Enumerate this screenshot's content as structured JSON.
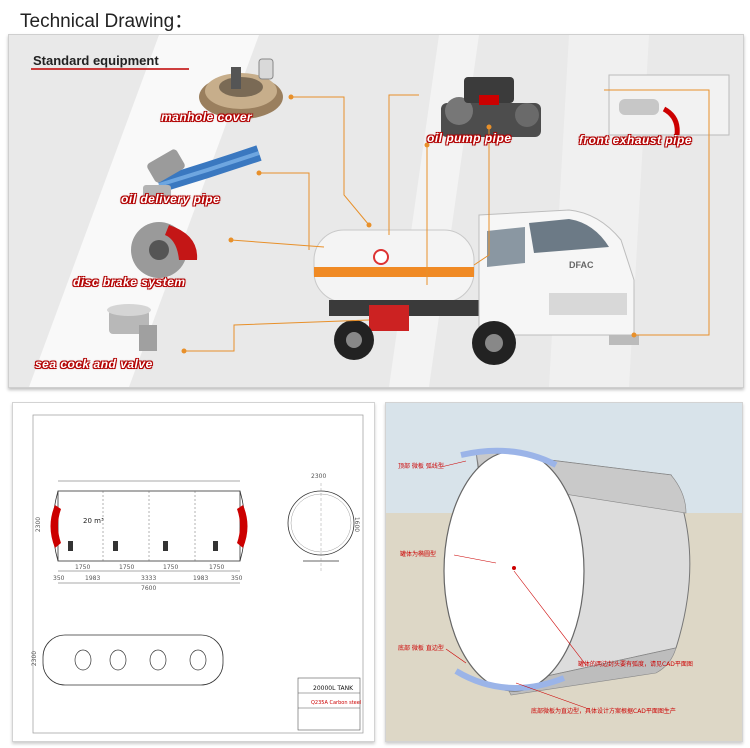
{
  "page_title": "Technical Drawing：",
  "top_panel": {
    "heading": "Standard equipment",
    "labels": {
      "manhole_cover": "manhole cover",
      "oil_delivery_pipe": "oil delivery pipe",
      "disc_brake_system": "disc brake system",
      "sea_cock_and_valve": "sea cock and valve",
      "oil_pump_pipe": "oil pump pipe",
      "front_exhaust_pipe": "front exhaust pipe"
    },
    "truck_badge": "DFAC",
    "colors": {
      "accent_red": "#c00000",
      "leader_orange": "#e8902a",
      "truck_white": "#f4f4f4",
      "stripe_orange": "#f08a24"
    }
  },
  "drawing": {
    "dims": {
      "height_left": "2300",
      "height_top_view": "2300",
      "seg1": "1750",
      "seg2": "1750",
      "seg3": "1750",
      "seg4": "1750",
      "b1": "350",
      "b2": "1983",
      "b3": "3333",
      "b4": "1983",
      "b5": "350",
      "total": "7600",
      "end_width": "2300",
      "end_height": "1600"
    },
    "volume": "20 m³",
    "title_block": {
      "line1": "20000L TANK",
      "line2": "Q235A Carbon steel"
    }
  },
  "render": {
    "notes": {
      "top_note": "顶部 微板 弧线型",
      "body_shape": "罐体为椭圆型",
      "bottom_note": "底部 微板 直边型",
      "end_note": "罐体的两边封头要有弧度，请见CAD平面图",
      "bottom_detail": "底部微板为直边型，具体设计方案根据CAD平面图生产"
    }
  }
}
